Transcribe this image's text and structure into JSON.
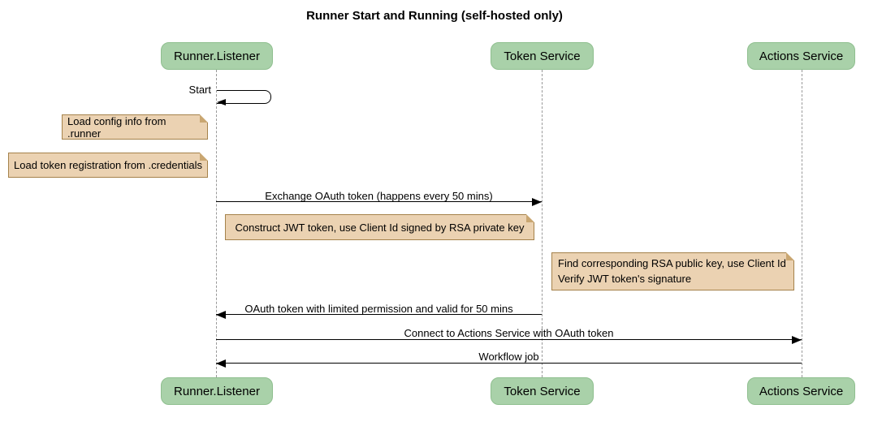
{
  "title": "Runner Start and Running (self-hosted only)",
  "participants": {
    "runner": "Runner.Listener",
    "token": "Token Service",
    "actions": "Actions Service"
  },
  "messages": {
    "start": "Start",
    "exchange_oauth": "Exchange OAuth token (happens every 50 mins)",
    "oauth_return": "OAuth token with limited permission and valid for 50 mins",
    "connect": "Connect to Actions Service with OAuth token",
    "workflow_job": "Workflow job"
  },
  "notes": {
    "load_config": "Load config info from .runner",
    "load_credentials": "Load token registration from .credentials",
    "construct_jwt": "Construct JWT token, use Client Id signed by RSA private key",
    "find_key_line1": "Find corresponding RSA public key, use Client Id",
    "find_key_line2": "Verify JWT token's signature"
  },
  "colors": {
    "actor_fill": "#a9d1a9",
    "actor_border": "#8fbf8f",
    "note_fill": "#ebd2b2",
    "note_border": "#a5824b",
    "lifeline": "#999999",
    "arrow": "#000000"
  }
}
